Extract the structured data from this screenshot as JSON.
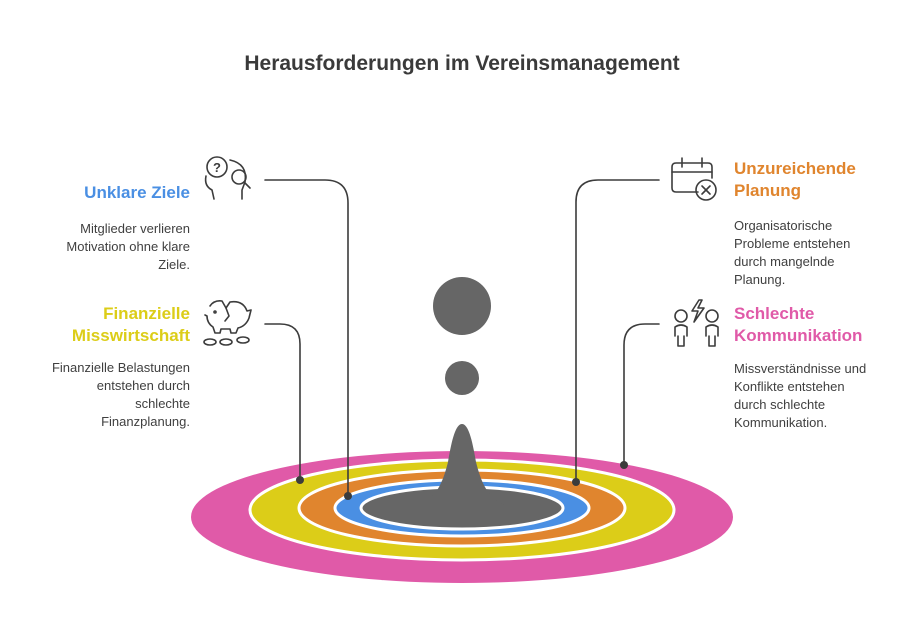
{
  "title": "Herausforderungen im Vereinsmanagement",
  "colors": {
    "blue": "#4a8fe3",
    "orange": "#e0852e",
    "yellow": "#dccd18",
    "pink": "#e05aa8",
    "gray": "#666666",
    "line": "#3c3c3c"
  },
  "items": [
    {
      "label": "Unklare Ziele",
      "description": "Mitglieder verlieren\nMotivation ohne klare\nZiele.",
      "icon": "confused-head-icon",
      "color": "#4a8fe3"
    },
    {
      "label": "Finanzielle\nMisswirtschaft",
      "description": "Finanzielle Belastungen\nentstehen durch\nschlechte\nFinanzplanung.",
      "icon": "broken-piggy-bank-icon",
      "color": "#dccd18"
    },
    {
      "label": "Unzureichende\nPlanung",
      "description": "Organisatorische\nProbleme entstehen\ndurch mangelnde\nPlanung.",
      "icon": "calendar-cancel-icon",
      "color": "#e0852e"
    },
    {
      "label": "Schlechte\nKommunikation",
      "description": "Missverständnisse und\nKonflikte entstehen\ndurch schlechte\nKommunikation.",
      "icon": "people-conflict-icon",
      "color": "#e05aa8"
    }
  ]
}
